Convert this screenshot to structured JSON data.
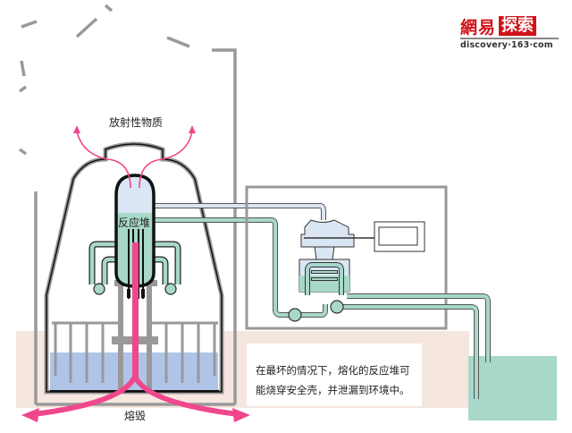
{
  "logo": {
    "brand_cn_1": "網易",
    "brand_cn_2": "探索",
    "url": "discovery·163·com",
    "brand_color": "#d0131a"
  },
  "labels": {
    "radioactive_material": "放射性物质",
    "reactor": "反应堆",
    "meltdown": "熔毁"
  },
  "caption": {
    "line1": "在最坏的情况下，熔化的反应堆可",
    "line2": "能烧穿安全壳，并泄漏到环境中。"
  },
  "colors": {
    "structure_gray": "#999999",
    "coolant_green": "#a7d8ca",
    "steam_blue": "#dbe6f4",
    "pool_blue": "#b0c4e8",
    "ground_beige": "#f5e6e0",
    "melt_pink": "#f0468c",
    "outline": "#111111"
  }
}
